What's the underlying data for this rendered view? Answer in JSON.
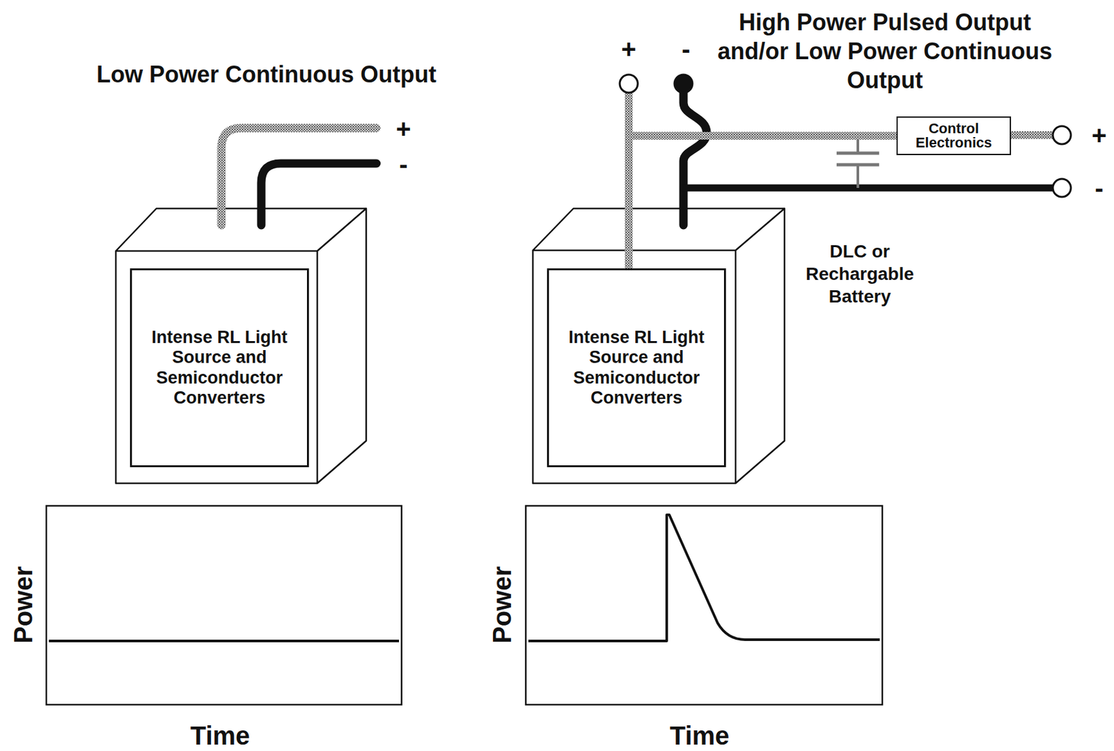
{
  "diagram": {
    "nodes": [
      {
        "text": [
          "Intense RL Light Source and Semiconductor Converters"
        ]
      },
      {
        "text": [
          "Intense RL Light Source and Semiconductor Converters"
        ]
      },
      {
        "text": [
          "Control Electronics"
        ]
      }
    ],
    "edges": [
      {
        "from": 1,
        "to": 2,
        "arrow": "none"
      }
    ],
    "labels": [
      "Low Power Continuous Output",
      "+",
      "-",
      "+",
      "-",
      "High Power Pulsed Output and/or Low Power Continuous Output",
      "+",
      "-",
      "DLC or Rechargable Battery",
      "Power",
      "Time",
      "Power",
      "Time"
    ]
  }
}
